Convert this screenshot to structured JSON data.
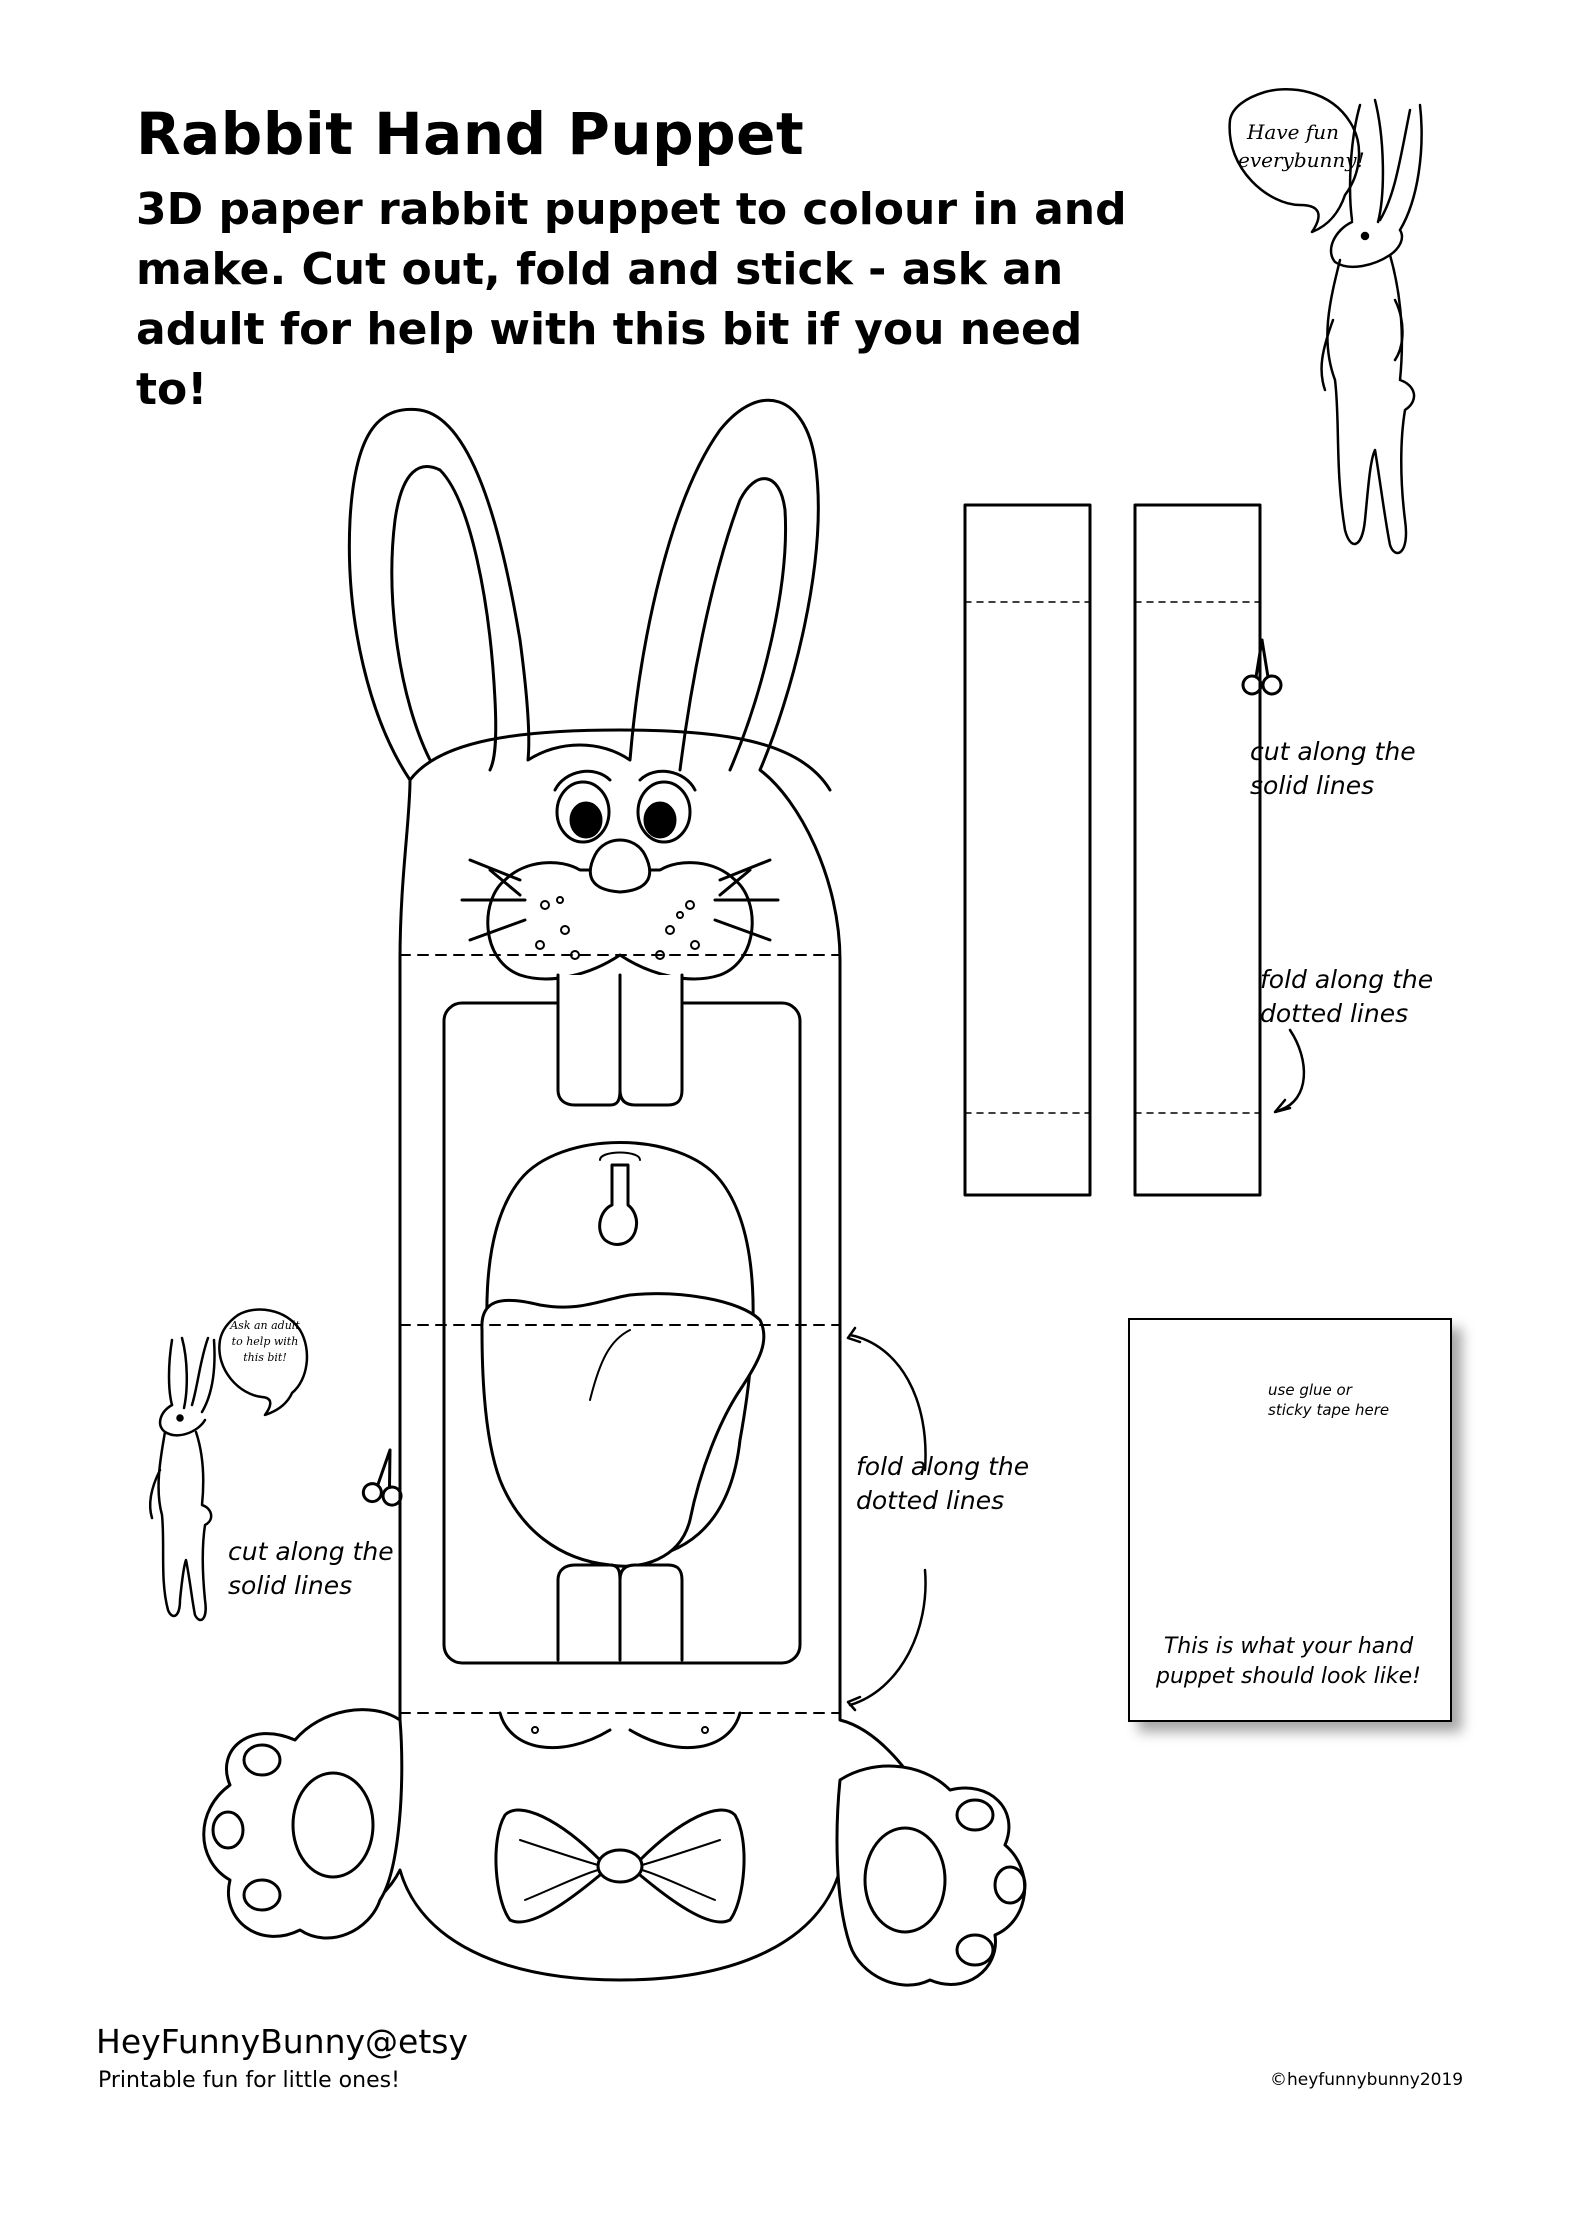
{
  "header": {
    "title": "Rabbit Hand Puppet",
    "subtitle": "3D paper rabbit puppet to colour in and make.  Cut out, fold and stick - ask an adult for help with this bit if you need to!"
  },
  "speech_bubbles": {
    "top": "Have fun\neverybunny!",
    "left": "Ask an adult\nto help with\nthis bit!"
  },
  "instructions": {
    "cut_right": "cut along the\nsolid lines",
    "fold_right": "fold along the\ndotted lines",
    "fold_middle": "fold along the\ndotted lines",
    "cut_left": "cut along the\nsolid lines"
  },
  "preview": {
    "glue_note": "use glue or\nsticky tape here",
    "caption": "This is what your hand\npuppet should look like!"
  },
  "footer": {
    "brand": "HeyFunnyBunny@etsy",
    "tagline": "Printable fun for little ones!",
    "copyright": "©heyfunnybunny2019"
  },
  "icons": [
    "scissors-icon",
    "arrow-icon",
    "rabbit-illustration"
  ]
}
